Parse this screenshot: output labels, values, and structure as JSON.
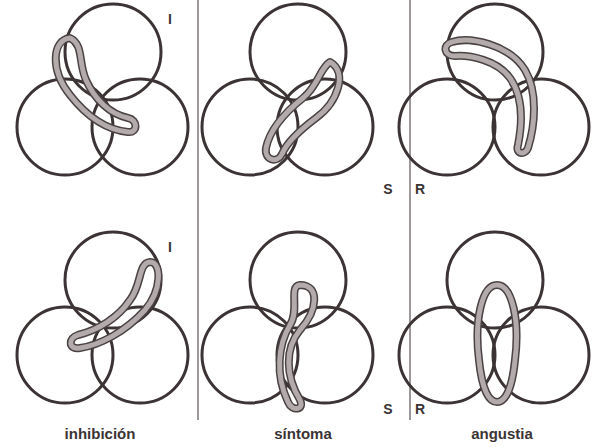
{
  "diagram": {
    "labels": [
      "I",
      "S",
      "R",
      "I",
      "S",
      "R",
      "inhibición",
      "síntoma",
      "angustia"
    ]
  }
}
